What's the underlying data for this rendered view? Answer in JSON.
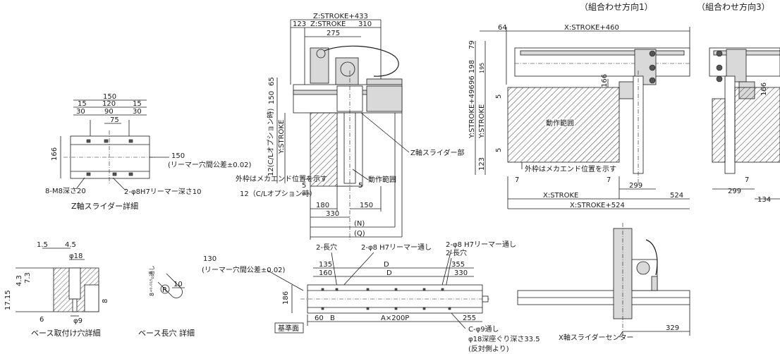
{
  "headers": {
    "dir1": "（組合わせ方向1）",
    "dir3": "（組合わせ方向3）"
  },
  "z_slider_detail": {
    "title": "Z軸スライダー詳細",
    "dims": [
      "150",
      "15",
      "120",
      "15",
      "30",
      "90",
      "30",
      "75",
      "166"
    ],
    "pitch_label": "150",
    "pitch_note": "(リーマー穴間公差±0.02)",
    "tap_label": "8-M8深さ20",
    "pin_label": "2-φ8H7リーマー深さ10"
  },
  "z_axis_view": {
    "dims_top": [
      "Z:STROKE+433",
      "123",
      "Z:STROKE",
      "310",
      "275"
    ],
    "dims_left": [
      "150",
      "65",
      "12(C/Lオプション時)",
      "Y:STROKE"
    ],
    "slider_label": "Z軸スライダー部",
    "range_label": "動作範囲",
    "outer_note": "外枠はメカエンド位置を示す",
    "cl_note": "12（C/Lオプション時）",
    "dims_bottom": [
      "5",
      "5",
      "180",
      "150",
      "330",
      "(N)",
      "(Q)"
    ]
  },
  "xy_view_1": {
    "dims_top": [
      "64",
      "X:STROKE+460"
    ],
    "dims_left": [
      "79",
      "198",
      "195",
      "96",
      "Y:STROKE+496",
      "Y:STROKE",
      "5",
      "5",
      "123"
    ],
    "dims_inner": [
      "166"
    ],
    "range_label": "動作範囲",
    "outer_note": "外枠はメカエンド位置を示す",
    "dims_bottom": [
      "7",
      "7",
      "299",
      "X:STROKE",
      "524",
      "X:STROKE+524"
    ]
  },
  "xy_view_3": {
    "dims": [
      "166",
      "7",
      "299",
      "134"
    ]
  },
  "base_hole_detail": {
    "title": "ベース取付け穴詳細",
    "dims": [
      "1.5",
      "4.5",
      "φ18",
      "7.3",
      "4.3",
      "17.15",
      "8",
      "6",
      "φ9"
    ]
  },
  "base_slot_detail": {
    "title": "ベース長穴 詳細",
    "tol": "8⁺⁰·⁰¹⁵₀通し",
    "r_label": "R",
    "dims": [
      "10"
    ]
  },
  "base_view": {
    "pitch_label": "130",
    "pitch_note": "(リーマー穴間公差±0.02)",
    "slot_left": "2-長穴",
    "pin_label": "2-φ8 H7リーマー通し",
    "pin_label2": "2-φ8 H7リーマー通し",
    "slot_right": "2-長穴",
    "dims_top": [
      "135",
      "160",
      "D",
      "D",
      "355",
      "330"
    ],
    "height": "186",
    "ref_label": "基準面",
    "dims_bottom": [
      "60",
      "B",
      "A×200P",
      "255"
    ],
    "hole_note1": "C-φ9通し",
    "hole_note2": "φ18深座ぐり深さ33.5",
    "hole_note3": "(反対側より)"
  },
  "side_view": {
    "center_label": "X軸スライダーセンター",
    "dim": "329"
  }
}
